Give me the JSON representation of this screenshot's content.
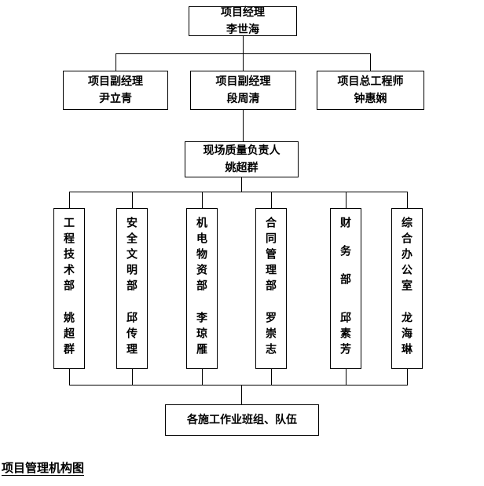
{
  "chart": {
    "top": {
      "line1": "项目经理",
      "line2": "李世海"
    },
    "row2": [
      {
        "line1": "项目副经理",
        "line2": "尹立青"
      },
      {
        "line1": "项目副经理",
        "line2": "段周清"
      },
      {
        "line1": "项目总工程师",
        "line2": "钟惠娴"
      }
    ],
    "quality": {
      "line1": "现场质量负责人",
      "line2": "姚超群"
    },
    "departments": [
      {
        "dept": "工程技术部",
        "person": "姚超群"
      },
      {
        "dept": "安全文明部",
        "person": "邱传理"
      },
      {
        "dept": "机电物资部",
        "person": "李琼雁"
      },
      {
        "dept": "合同管理部",
        "person": "罗崇志"
      },
      {
        "dept": "财务部",
        "person": "邱素芳"
      },
      {
        "dept": "综合办公室",
        "person": "龙海琳"
      }
    ],
    "bottom": "各施工作业班组、队伍",
    "caption": "项目管理机构图"
  }
}
